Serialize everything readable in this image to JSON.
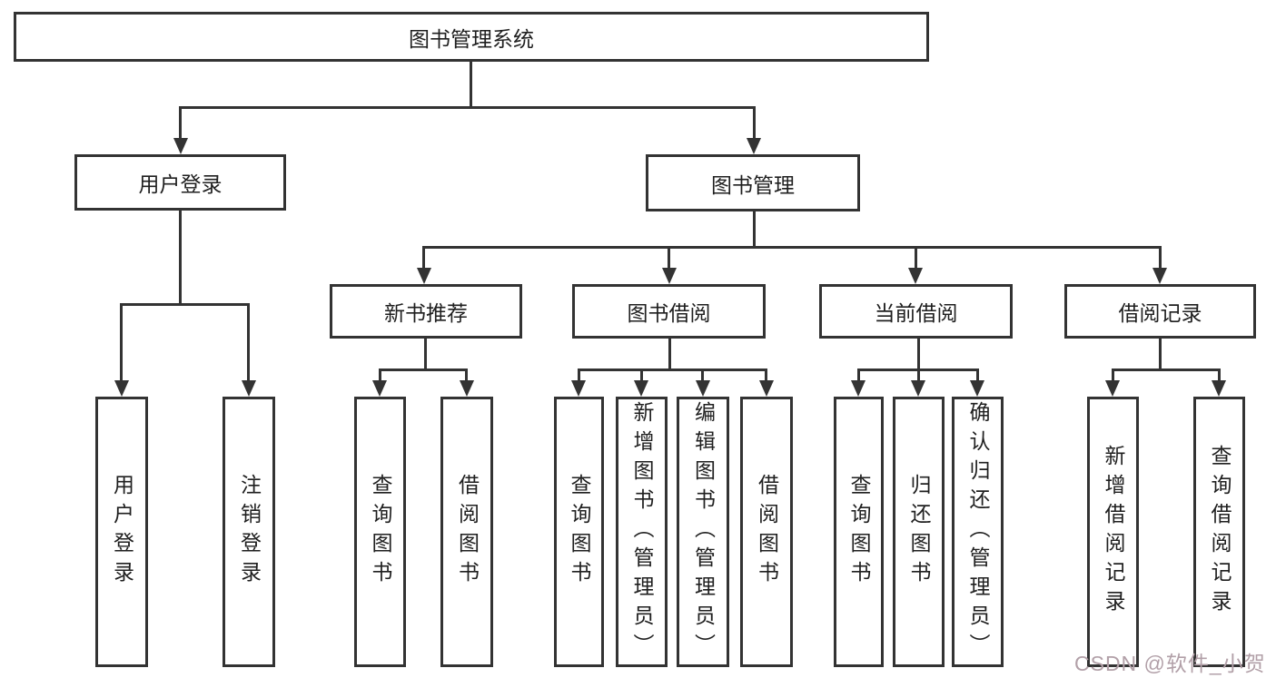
{
  "colors": {
    "stroke": "#333333",
    "box_border": "#333333",
    "box_bg": "#ffffff",
    "text": "#1f1f1f",
    "watermark": "#b2a0a8",
    "page_bg": "#ffffff"
  },
  "diagram": {
    "root": {
      "label": "图书管理系统"
    },
    "branches": {
      "user_login": {
        "label": "用户登录",
        "children": [
          "用户登录",
          "注销登录"
        ]
      },
      "book_mgmt": {
        "label": "图书管理",
        "sections": {
          "new_book_rec": {
            "label": "新书推荐",
            "children": [
              "查询图书",
              "借阅图书"
            ]
          },
          "book_borrow": {
            "label": "图书借阅",
            "children": [
              "查询图书",
              "新增图书（管理员）",
              "编辑图书（管理员）",
              "借阅图书"
            ]
          },
          "current_borrow": {
            "label": "当前借阅",
            "children": [
              "查询图书",
              "归还图书",
              "确认归还（管理员）"
            ]
          },
          "borrow_record": {
            "label": "借阅记录",
            "children": [
              "新增借阅记录",
              "查询借阅记录"
            ]
          }
        }
      }
    }
  },
  "watermark": {
    "text": "CSDN @软件_小贺同学"
  }
}
